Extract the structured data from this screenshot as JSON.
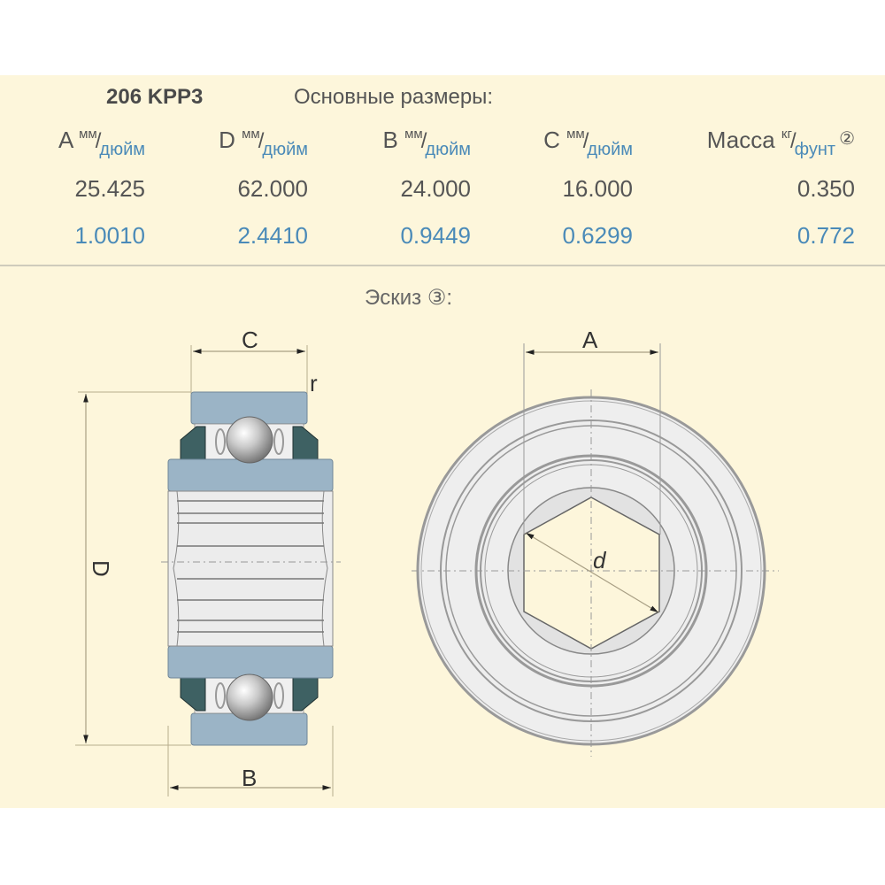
{
  "header": {
    "model": "206 KPP3",
    "section_title": "Основные размеры:"
  },
  "dimensions_table": {
    "unit_mm": "мм",
    "unit_inch": "дюйм",
    "columns": [
      {
        "key": "A",
        "label": "A",
        "unit_top": "мм",
        "unit_bottom": "дюйм",
        "mm": "25.425",
        "inch": "1.0010"
      },
      {
        "key": "D",
        "label": "D",
        "unit_top": "мм",
        "unit_bottom": "дюйм",
        "mm": "62.000",
        "inch": "2.4410"
      },
      {
        "key": "B",
        "label": "B",
        "unit_top": "мм",
        "unit_bottom": "дюйм",
        "mm": "24.000",
        "inch": "0.9449"
      },
      {
        "key": "C",
        "label": "C",
        "unit_top": "мм",
        "unit_bottom": "дюйм",
        "mm": "16.000",
        "inch": "0.6299"
      },
      {
        "key": "mass",
        "label": "Масса",
        "unit_top": "кг",
        "unit_bottom": "фунт",
        "note": "②",
        "mm": "0.350",
        "inch": "0.772"
      }
    ]
  },
  "sketch": {
    "label": "Эскиз ③:",
    "side_view_labels": {
      "C": "C",
      "r": "r",
      "D": "D",
      "B": "B"
    },
    "front_view_labels": {
      "A": "A",
      "d": "d"
    }
  },
  "colors": {
    "panel_bg": "#fdf6db",
    "inch_text": "#4a8ab8",
    "ring_blue": "#9bb4c6",
    "seal_dark": "#3e6163",
    "divider": "#cfcbbc"
  }
}
